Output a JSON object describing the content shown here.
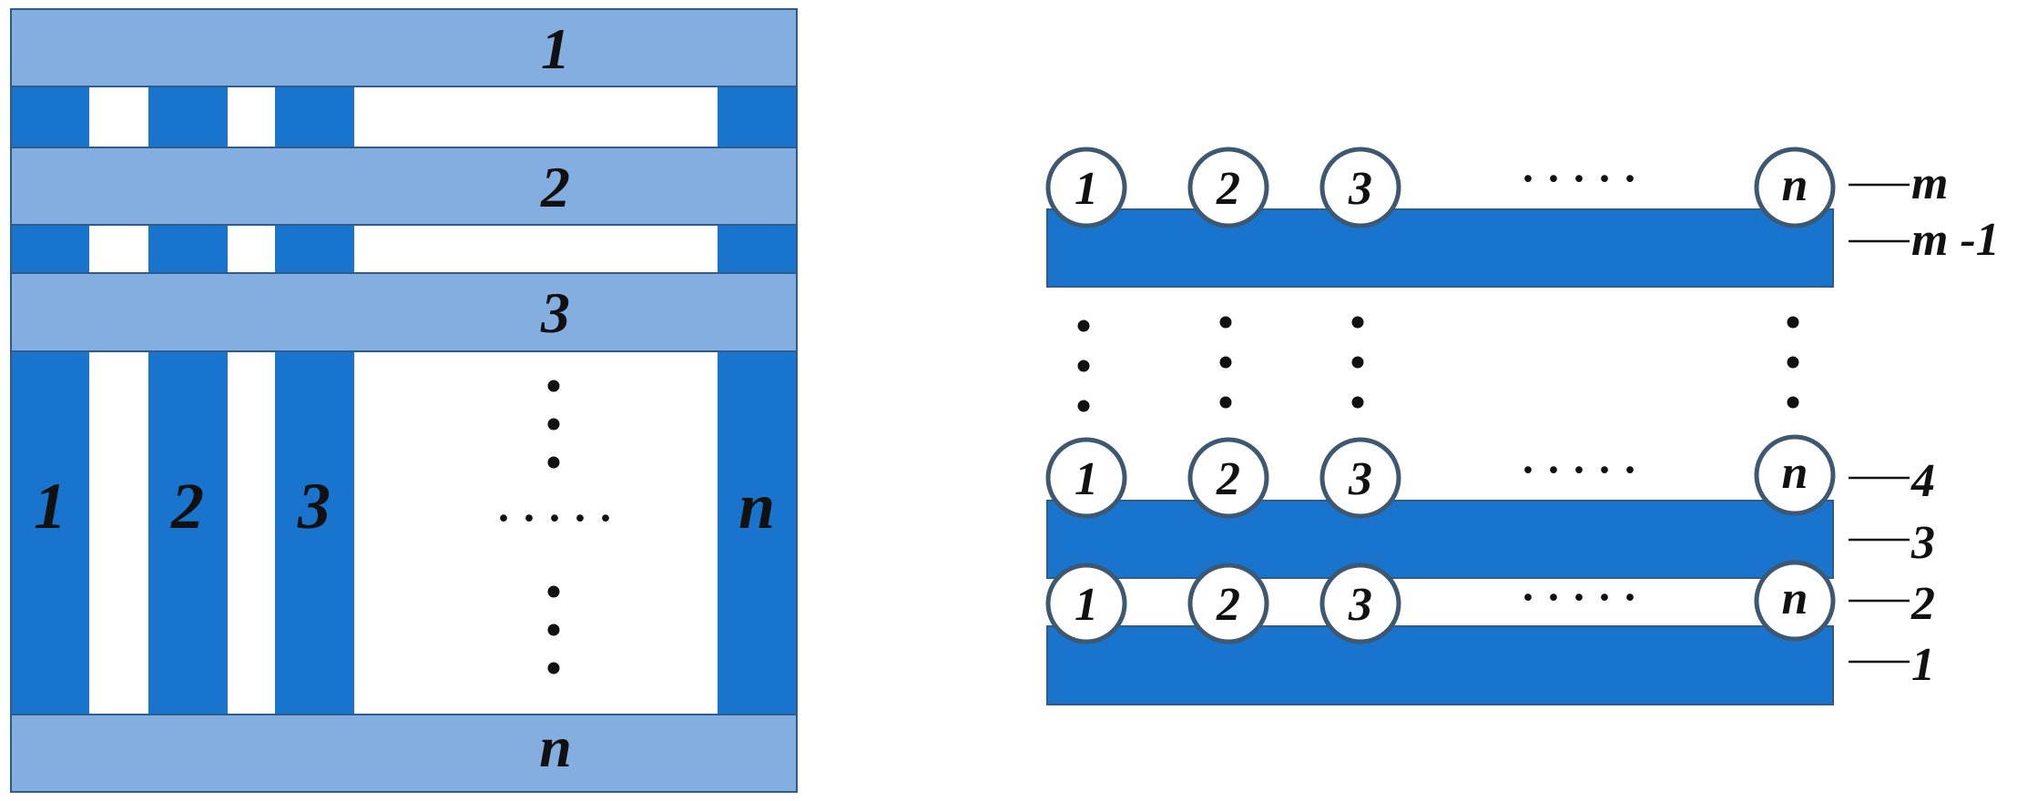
{
  "colors": {
    "dark_blue": "#1874CD",
    "light_blue": "#85AEE0",
    "edge_blue": "#2D5C8A",
    "circle_edge": "#3D5870",
    "ink": "#111111"
  },
  "left_grid": {
    "column_labels": [
      "1",
      "2",
      "3",
      "n"
    ],
    "row_labels": [
      "1",
      "2",
      "3",
      "n"
    ],
    "center_ellipsis": "· · · · ·"
  },
  "right_stack": {
    "node_labels": [
      "1",
      "2",
      "3",
      "n"
    ],
    "node_row_ellipsis": "· · · · ·",
    "layer_labels": [
      "m",
      "m -1",
      "4",
      "3",
      "2",
      "1"
    ]
  }
}
